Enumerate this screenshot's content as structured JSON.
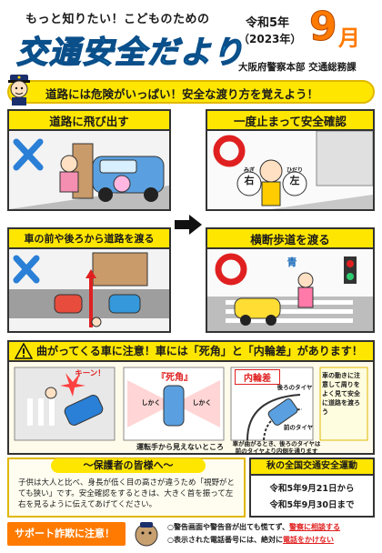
{
  "header": {
    "subtitle": "もっと知りたい！こどものための",
    "title": "交通安全だより",
    "reiwa": "令和5年",
    "year": "（2023年）",
    "month": "9",
    "month_suffix": "月",
    "issuer": "大阪府警察本部 交通総務課"
  },
  "banner": {
    "text": "道路には危険がいっぱい！安全な渡り方を覚えよう！"
  },
  "panels": {
    "run_out": {
      "title": "道路に飛び出す",
      "mark": "×"
    },
    "stop_check": {
      "title": "一度止まって安全確認",
      "mark": "○",
      "right_label": "右",
      "left_label": "左",
      "right_caption": "みぎ",
      "left_caption": "ひだり"
    },
    "behind_cars": {
      "title": "車の前や後ろから道路を渡る",
      "mark": "×"
    },
    "crosswalk": {
      "title": "横断歩道を渡る",
      "mark": "○",
      "signal_label": "青"
    }
  },
  "warning": {
    "title": "曲がってくる車に注意！車には「死角」と「内輪差」があります！",
    "blind_spot_label": "『死角』",
    "blind_spot_word": "しかく",
    "inner_diff_label": "内輪差",
    "kiin": "キーン！",
    "rear_tire_label": "後ろのタイヤ",
    "front_tire_label": "前のタイヤ",
    "caption_left": "運転手から見えないところ",
    "caption_right": "車が曲がるとき、後ろのタイヤは前のタイヤより内側を通ります",
    "side_note": "車の動きに注意して周りをよく見て安全に道路を渡ろう"
  },
  "guardians": {
    "title": "〜保護者の皆様へ〜",
    "text": "子供は大人と比べ、身長が低く目の高さが違うため「視野がとても狭い」です。安全確認をするときは、大きく首を振って左右を見るように伝えてあげてください。"
  },
  "campaign": {
    "title": "秋の全国交通安全運動",
    "line1": "令和5年9月21日から",
    "line2": "令和5年9月30日まで"
  },
  "fraud": {
    "tag": "サポート詐欺に注意！",
    "line1_pre": "○警告画面や警告音が出ても慌てず、",
    "line1_red": "警察に相談する",
    "line2_pre": "○表示された電話番号には、絶対に",
    "line2_red": "電話をかけない"
  },
  "colors": {
    "accent_yellow": "#ffe600",
    "title_blue": "#1fa3e0",
    "month_orange": "#ff7a00",
    "ok_red": "#e02020",
    "ng_blue": "#2a7fd6"
  }
}
